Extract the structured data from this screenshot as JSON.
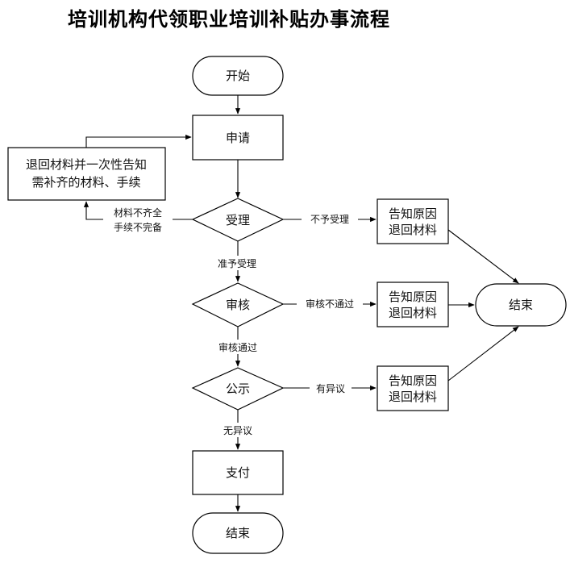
{
  "title": "培训机构代领职业培训补贴办事流程",
  "nodes": {
    "start": "开始",
    "apply": "申请",
    "return_note": [
      "退回材料并一次性告知",
      "需补齐的材料、手续"
    ],
    "accept": "受理",
    "reject1": [
      "告知原因",
      "退回材料"
    ],
    "review": "审核",
    "reject2": [
      "告知原因",
      "退回材料"
    ],
    "publicize": "公示",
    "reject3": [
      "告知原因",
      "退回材料"
    ],
    "end_right": "结束",
    "pay": "支付",
    "end_bottom": "结束"
  },
  "edges": {
    "incomplete": [
      "材料不齐全",
      "手续不完备"
    ],
    "not_accepted": "不予受理",
    "accepted": "准予受理",
    "review_failed": "审核不通过",
    "review_passed": "审核通过",
    "objection": "有异议",
    "no_objection": "无异议"
  }
}
